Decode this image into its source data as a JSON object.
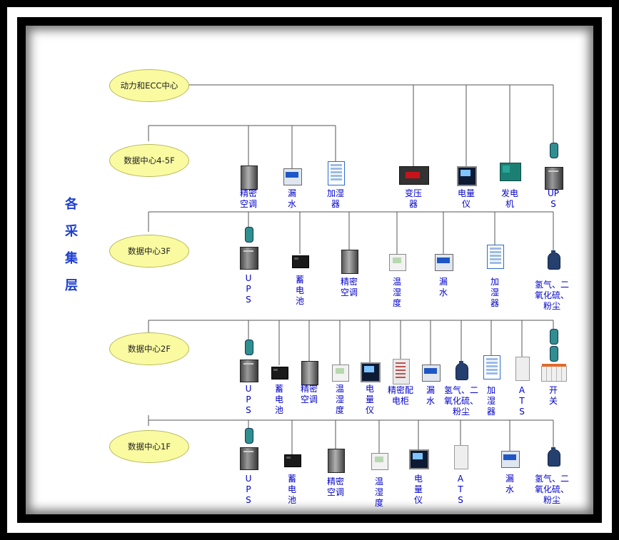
{
  "side_title": [
    "各",
    "采",
    "集",
    "层"
  ],
  "ellipses": {
    "top": "动力和ECC中心",
    "f45": "数据中心4-5F",
    "f3": "数据中心3F",
    "f2": "数据中心2F",
    "f1": "数据中心1F"
  },
  "row45": {
    "d1": "精密\n空调",
    "d2": "漏\n水",
    "d3": "加湿\n器",
    "d4": "变压\n器",
    "d5": "电量\n仪",
    "d6": "发电\n机",
    "d7": "UP\nS"
  },
  "row3": {
    "d1": "U\nP\nS",
    "d2": "蓄\n电\n池",
    "d3": "精密\n空调",
    "d4": "温\n湿\n度",
    "d5": "漏\n水",
    "d6": "加\n湿\n器",
    "d7": "氢气、二\n氧化硫、\n粉尘"
  },
  "row2": {
    "d1": "U\nP\nS",
    "d2": "蓄\n电\n池",
    "d3": "精密\n空调",
    "d4": "温\n湿\n度",
    "d5": "电\n量\n仪",
    "d6": "精密配\n电柜",
    "d7": "漏\n水",
    "d8": "氢气、二\n氧化硫、\n粉尘",
    "d9": "加\n湿\n器",
    "d10": "A\nT\nS",
    "d11": "开\n关"
  },
  "row1": {
    "d1": "U\nP\nS",
    "d2": "蓄\n电\n池",
    "d3": "精密\n空调",
    "d4": "温\n湿\n度",
    "d5": "电\n量\n仪",
    "d6": "A\nT\nS",
    "d7": "漏\n水",
    "d8": "氢气、二\n氧化硫、\n粉尘"
  },
  "colors": {
    "ellipse_fill": "#fafaa0",
    "label": "#0000cc",
    "side_title": "#1d3fcf",
    "line": "#555555"
  }
}
